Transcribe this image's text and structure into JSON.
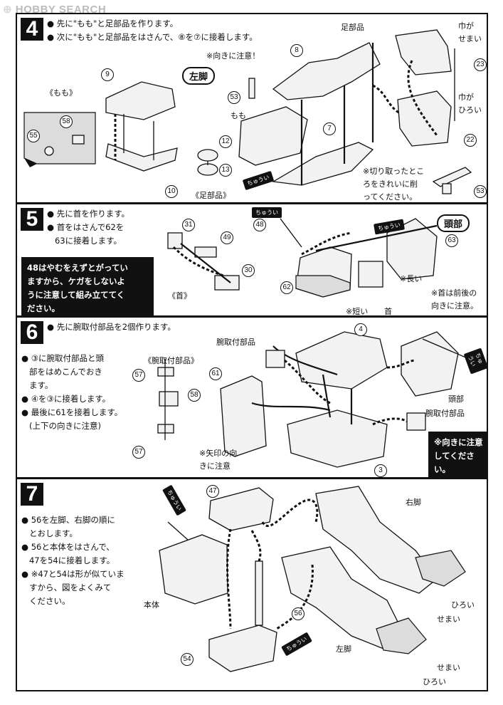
{
  "watermark": {
    "prefix": "⊕",
    "text": "HOBBY SEARCH"
  },
  "step4": {
    "number": "4",
    "instructions": [
      "先に\"もも\"と足部品を作ります。",
      "次に\"もも\"と足部品をはさんで、⑧を⑦に接着します。"
    ],
    "labels": {
      "momo_bracket": "《もも》",
      "left_leg": "左脚",
      "foot_parts": "足部品",
      "foot_parts_bracket": "《足部品》",
      "momo": "もも",
      "orientation": "※向きに注意！",
      "narrow": "巾が\nせまい",
      "wide": "巾が\nひろい"
    },
    "note": "※切り取ったとこ\nろをきれいに削\nってください。",
    "parts": [
      "9",
      "58",
      "55",
      "10",
      "53",
      "8",
      "7",
      "12",
      "13",
      "23",
      "22",
      "53"
    ],
    "caution": "ちゅうい"
  },
  "step5": {
    "number": "5",
    "instructions": [
      "先に首を作ります。",
      "首をはさんで62を",
      "63に接着します。"
    ],
    "warning": "48はやむをえずとがってい\nますから、ケガをしないよ\nうに注意して組み立ててく\nださい。",
    "labels": {
      "head": "頭部",
      "neck_bracket": "《首》",
      "long": "※長い",
      "short": "※短い",
      "neck": "首",
      "neck_note": "※首は前後の\n向きに注意。"
    },
    "parts": [
      "31",
      "49",
      "30",
      "48",
      "62",
      "63"
    ],
    "caution": "ちゅうい"
  },
  "step6": {
    "number": "6",
    "instructions": [
      "先に腕取付部品を2個作ります。",
      "③に腕取付部品と頭",
      "部をはめこんでおき",
      "ます。",
      "④を③に接着します。",
      "最後に61を接着します。",
      "(上下の向きに注意)"
    ],
    "labels": {
      "arm_mount_bracket": "《腕取付部品》",
      "arm_mount_top": "腕取付部品",
      "arm_mount_right": "腕取付部品",
      "head": "頭部",
      "arrow_note": "※矢印の向\nきに注意"
    },
    "caution_box": "※向きに注意\nしてくださ\nい。",
    "parts": [
      "57",
      "58",
      "57",
      "61",
      "4",
      "3"
    ],
    "caution": "ちゅうい"
  },
  "step7": {
    "number": "7",
    "instructions": [
      "56を左脚、右脚の順に",
      "とおします。",
      "56と本体をはさんで、",
      "47を54に接着します。",
      "※47と54は形が似ていま",
      "すから、図をよくみて",
      "ください。"
    ],
    "labels": {
      "right_leg": "右脚",
      "left_leg": "左脚",
      "body": "本体",
      "wide1": "ひろい",
      "narrow1": "せまい",
      "narrow2": "せまい",
      "wide2": "ひろい"
    },
    "parts": [
      "47",
      "56",
      "54"
    ],
    "caution": "ちゅうい"
  }
}
